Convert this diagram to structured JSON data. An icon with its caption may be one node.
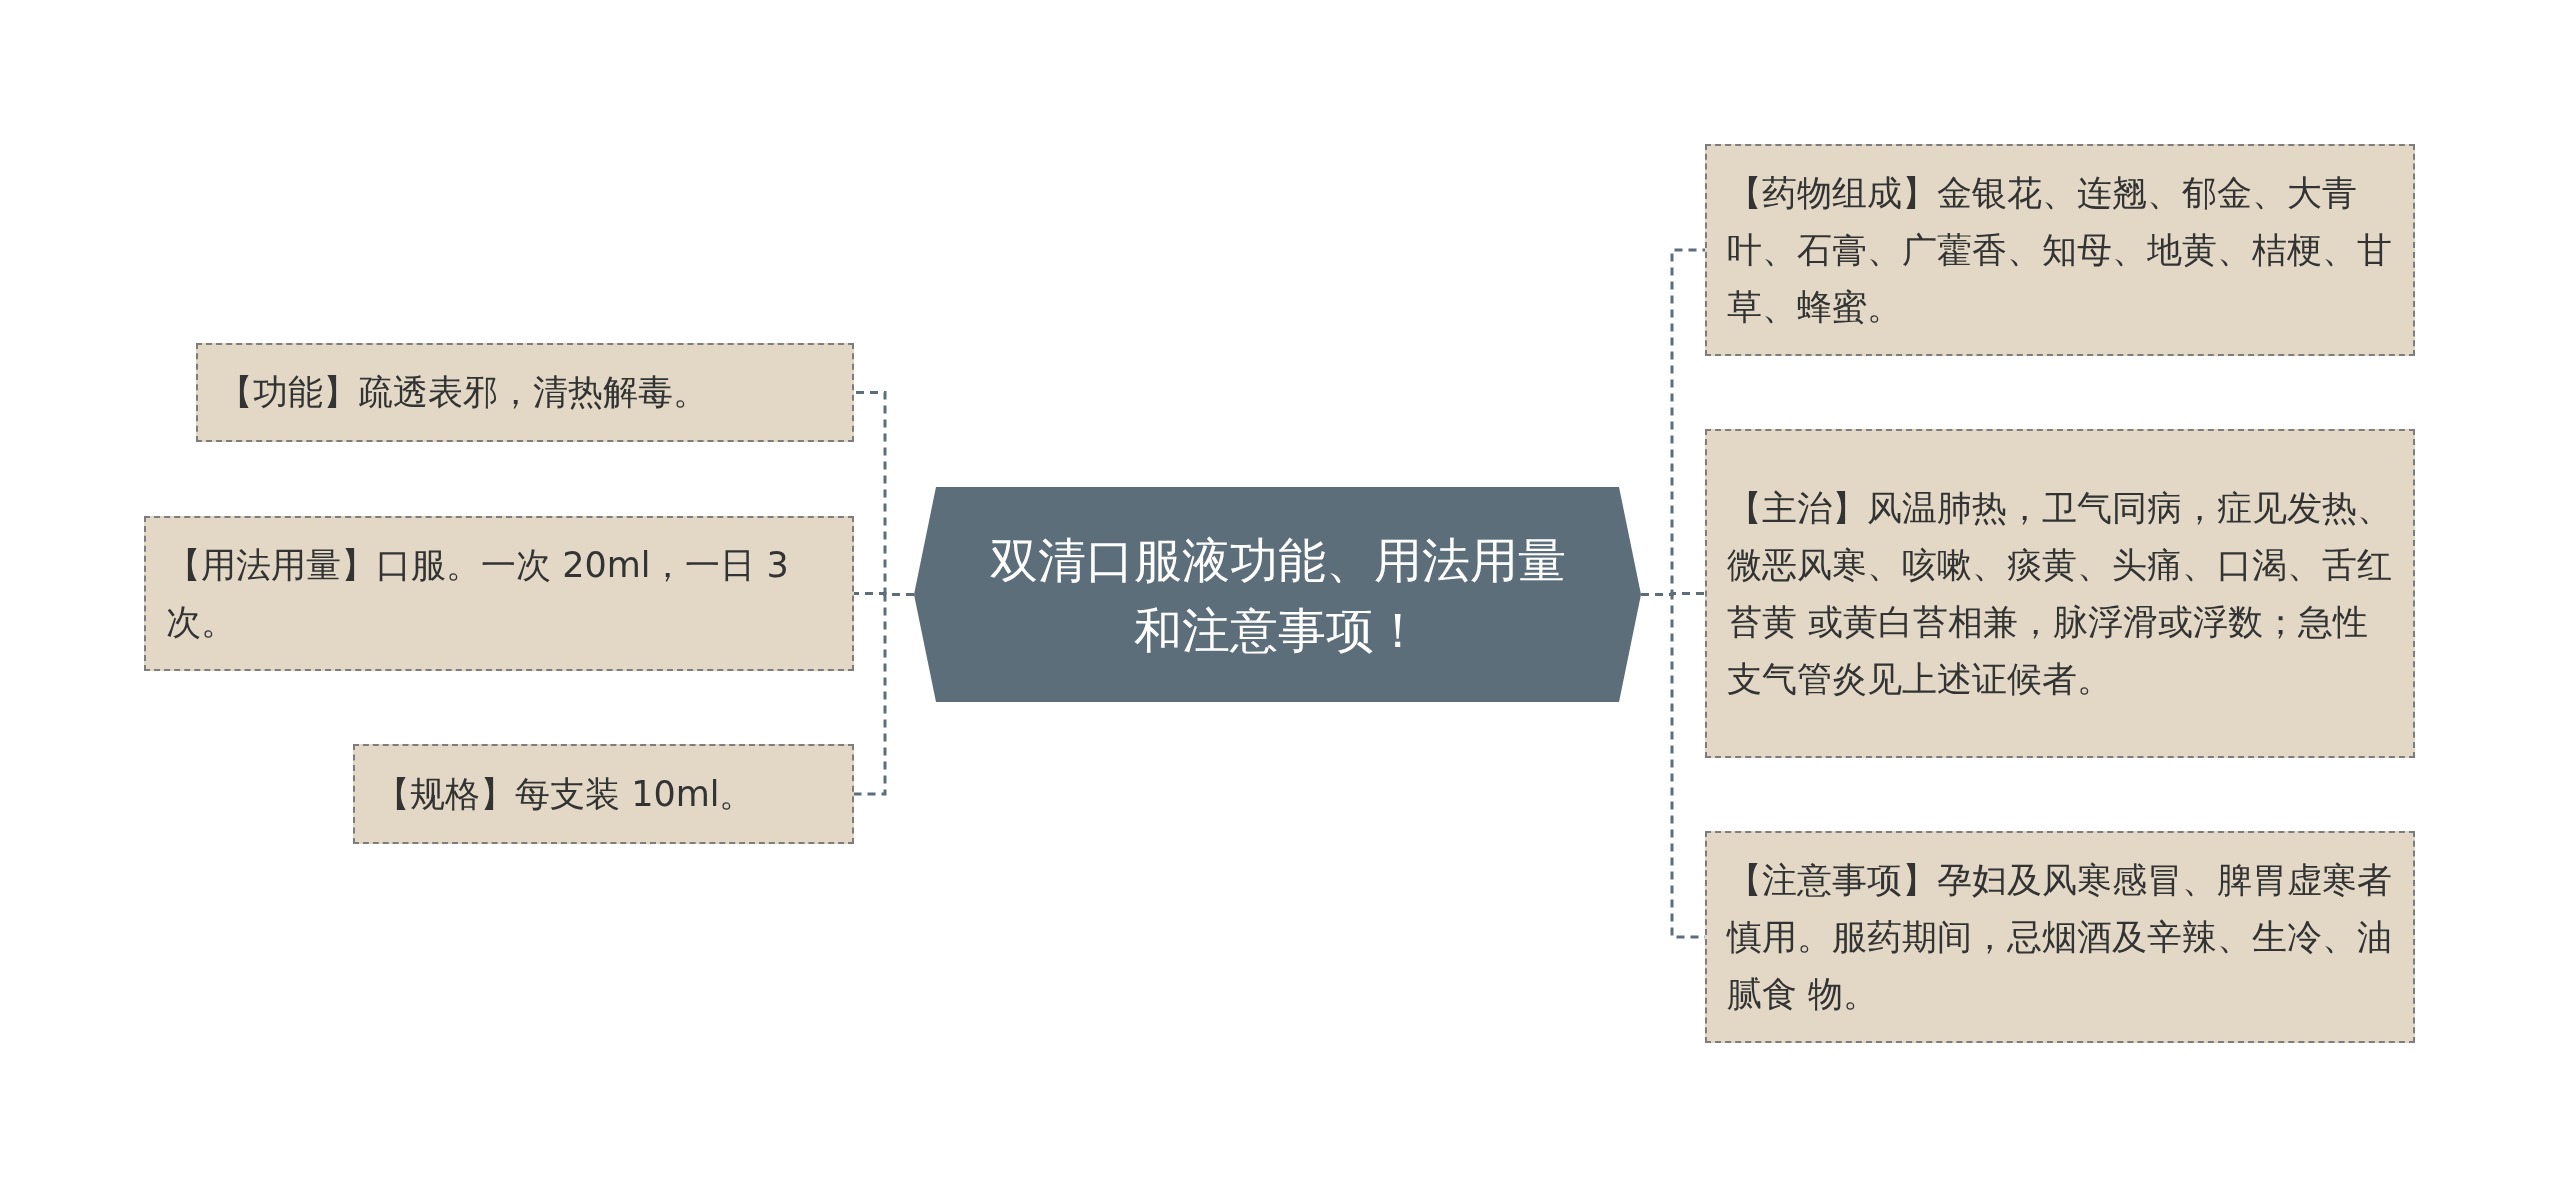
{
  "diagram": {
    "nodes": [
      {
        "text": [
          "双清口服液功能、用法用量和注意事项！"
        ]
      },
      {
        "text": [
          "【功能】疏透表邪，清热解毒。"
        ]
      },
      {
        "text": [
          "【用法用量】口服。一次 20ml，一日 3 次。"
        ]
      },
      {
        "text": [
          "【规格】每支装 10ml。"
        ]
      },
      {
        "text": [
          "【药物组成】金银花、连翘、郁金、大青叶、石膏、广藿香、知母、地黄、桔梗、甘草、蜂蜜。"
        ]
      },
      {
        "text": [
          "【主治】风温肺热，卫气同病，症见发热、微恶风寒、咳嗽、痰黄、头痛、口渴、舌红苔黄 或黄白苔相兼，脉浮滑或浮数；急性支气管炎见上述证候者。"
        ]
      },
      {
        "text": [
          "【注意事项】孕妇及风寒感冒、脾胃虚寒者慎用。服药期间，忌烟酒及辛辣、生冷、油腻食 物。"
        ]
      }
    ],
    "edges": [
      {
        "from": 0,
        "to": 1,
        "arrow": "none",
        "style": "dashed"
      },
      {
        "from": 0,
        "to": 2,
        "arrow": "none",
        "style": "dashed"
      },
      {
        "from": 0,
        "to": 3,
        "arrow": "none",
        "style": "dashed"
      },
      {
        "from": 0,
        "to": 4,
        "arrow": "none",
        "style": "dashed"
      },
      {
        "from": 0,
        "to": 5,
        "arrow": "none",
        "style": "dashed"
      },
      {
        "from": 0,
        "to": 6,
        "arrow": "none",
        "style": "dashed"
      }
    ]
  }
}
